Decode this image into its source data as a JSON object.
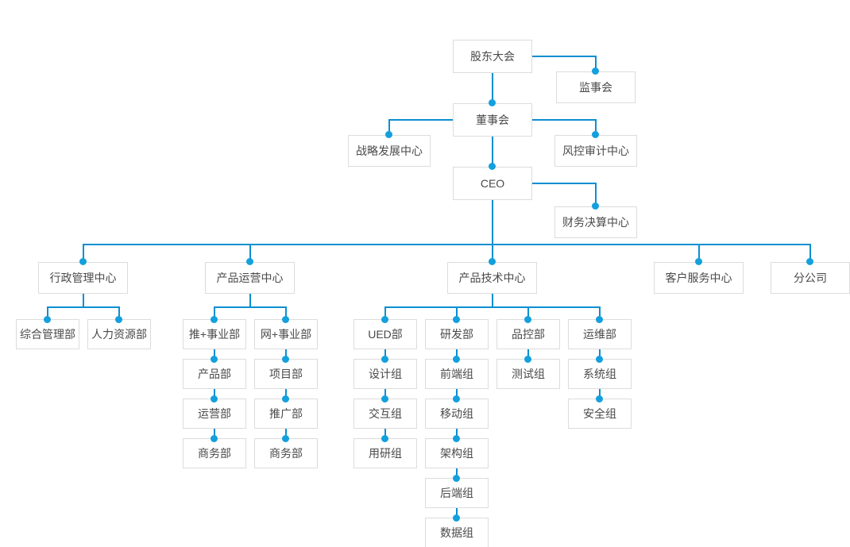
{
  "chart": {
    "type": "org-chart",
    "title": "",
    "accent_color": "#13a0dd",
    "line_color": "#0b8fd0",
    "box_border_color": "#dcdcdc",
    "text_color": "#4a4a4a",
    "background": "#ffffff"
  },
  "nodes": {
    "shareholders": "股东大会",
    "supervisory": "监事会",
    "board": "董事会",
    "strategy": "战略发展中心",
    "risk_audit": "风控审计中心",
    "ceo": "CEO",
    "finance": "财务决算中心",
    "admin_center": "行政管理中心",
    "product_ops_center": "产品运营中心",
    "product_tech_center": "产品技术中心",
    "customer_service_center": "客户服务中心",
    "branch_company": "分公司",
    "general_admin": "综合管理部",
    "human_resources": "人力资源部",
    "tui_division": "推+事业部",
    "wang_division": "网+事业部",
    "product_dept": "产品部",
    "project_dept": "项目部",
    "operations_dept": "运营部",
    "promotion_dept": "推广部",
    "business_dept_a": "商务部",
    "business_dept_b": "商务部",
    "ued_dept": "UED部",
    "rnd_dept": "研发部",
    "qc_dept": "品控部",
    "ops_maint_dept": "运维部",
    "design_group": "设计组",
    "frontend_group": "前端组",
    "test_group": "测试组",
    "system_group": "系统组",
    "interaction_group": "交互组",
    "mobile_group": "移动组",
    "security_group": "安全组",
    "user_research_group": "用研组",
    "architecture_group": "架构组",
    "backend_group": "后端组",
    "data_group": "数据组"
  }
}
